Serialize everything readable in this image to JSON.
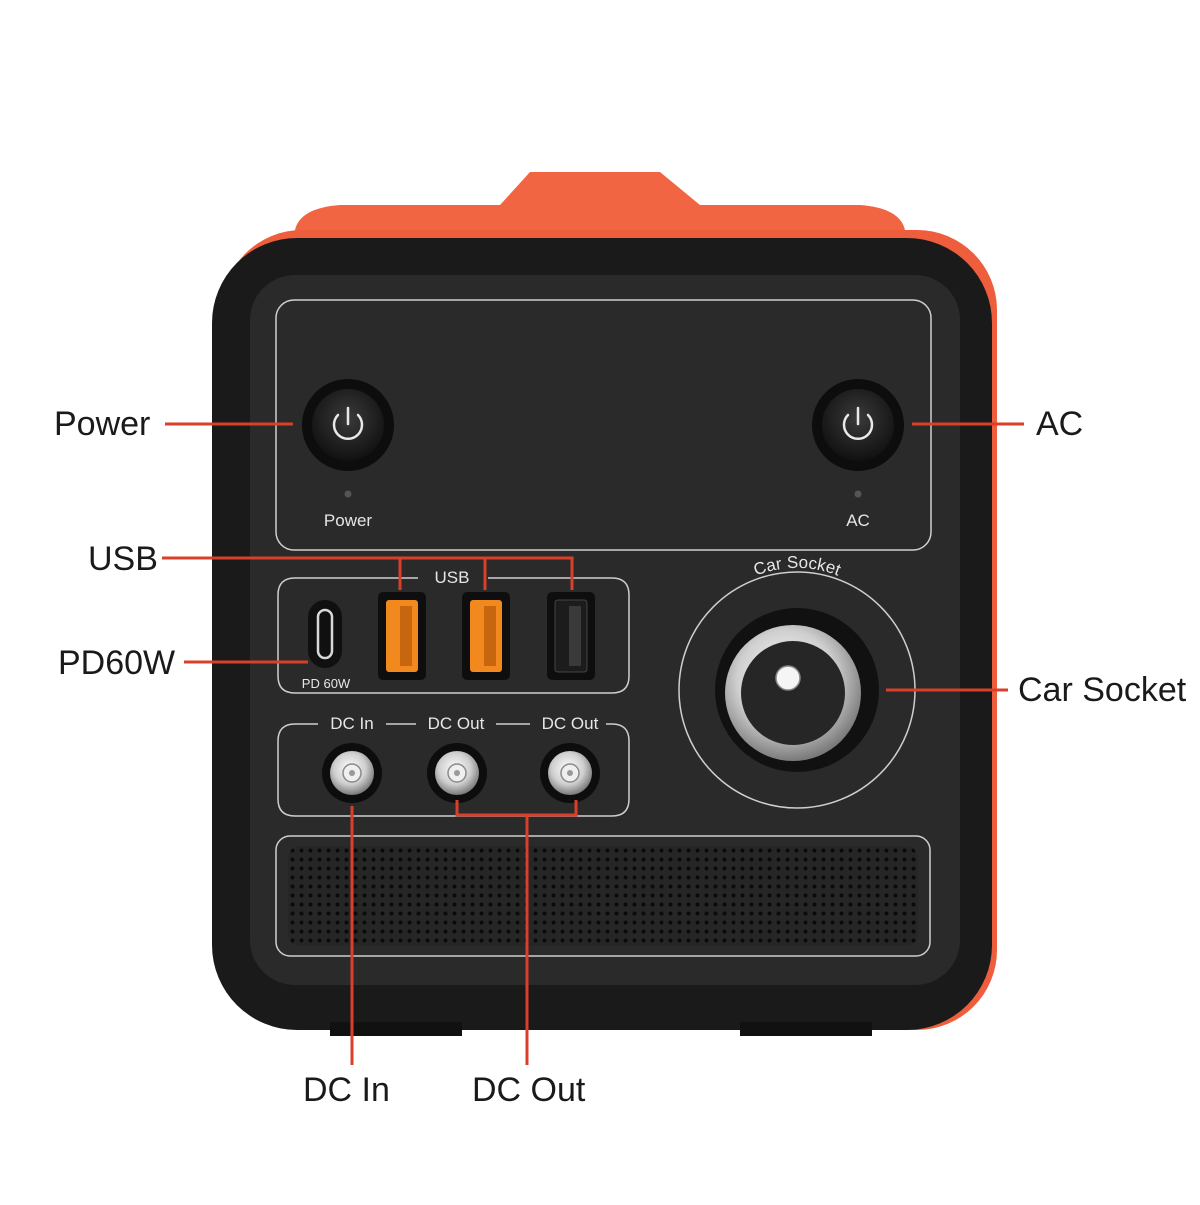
{
  "callouts": {
    "power": "Power",
    "ac": "AC",
    "usb": "USB",
    "pd60w": "PD60W",
    "car_socket": "Car Socket",
    "dc_in": "DC In",
    "dc_out": "DC Out"
  },
  "panel_labels": {
    "power": "Power",
    "ac": "AC",
    "usb": "USB",
    "pd": "PD 60W",
    "dc_in": "DC In",
    "dc_out_1": "DC Out",
    "dc_out_2": "DC Out",
    "car_socket": "Car Socket"
  },
  "colors": {
    "accent": "#e8553a",
    "callout_line": "#d8402a",
    "body": "#1e1e1e",
    "usb_orange": "#f2891f"
  },
  "icons": {
    "power_button": "power-icon",
    "ac_button": "power-icon"
  }
}
